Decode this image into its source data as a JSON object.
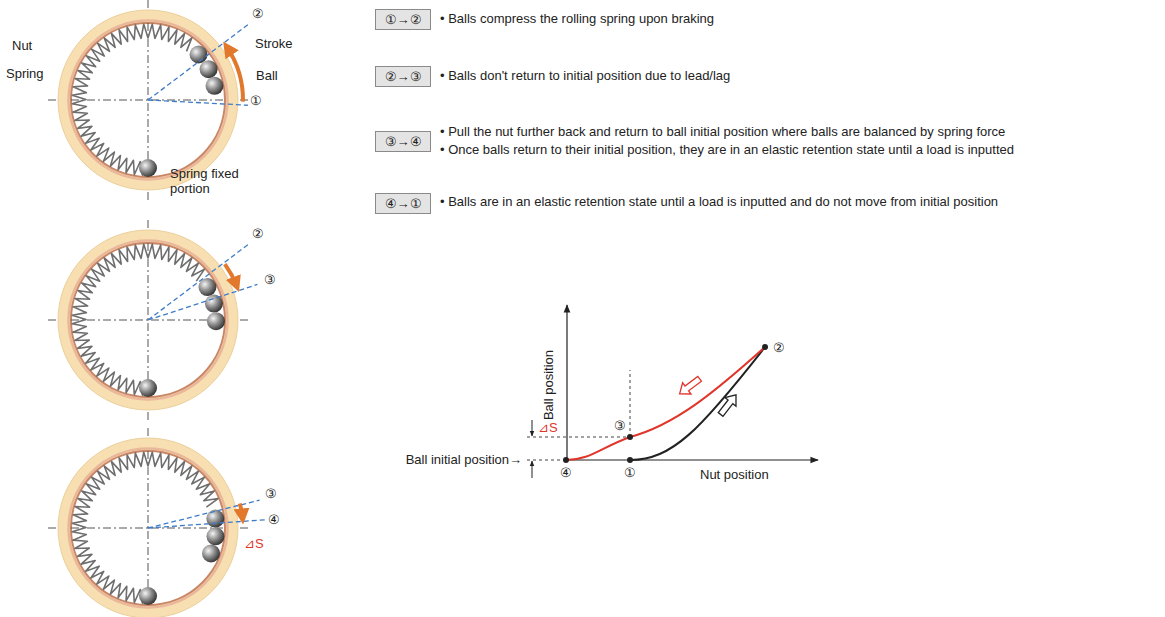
{
  "diagram": {
    "nodes": [
      {
        "text": [
          "①→②"
        ]
      },
      {
        "text": [
          "②→③"
        ]
      },
      {
        "text": [
          "③→④"
        ]
      },
      {
        "text": [
          "④→①"
        ]
      }
    ],
    "labels": [
      "②",
      "Stroke",
      "①",
      "Nut",
      "Spring",
      "Ball",
      "Spring fixed portion",
      "②",
      "③",
      "③",
      "④",
      "⊿S",
      "• Balls compress the rolling spring upon braking",
      "• Balls don't return to initial position due to lead/lag",
      "• Pull the nut further back and return to ball initial position where balls are balanced by spring force",
      "• Once balls return to their initial position, they are in an elastic retention state until a load is inputted",
      "• Balls are in an elastic retention state until a load is inputted and do not move from initial position",
      "Ball position",
      "②",
      "③",
      "⊿S",
      "Ball initial position→",
      "④",
      "①",
      "Nut position"
    ]
  }
}
